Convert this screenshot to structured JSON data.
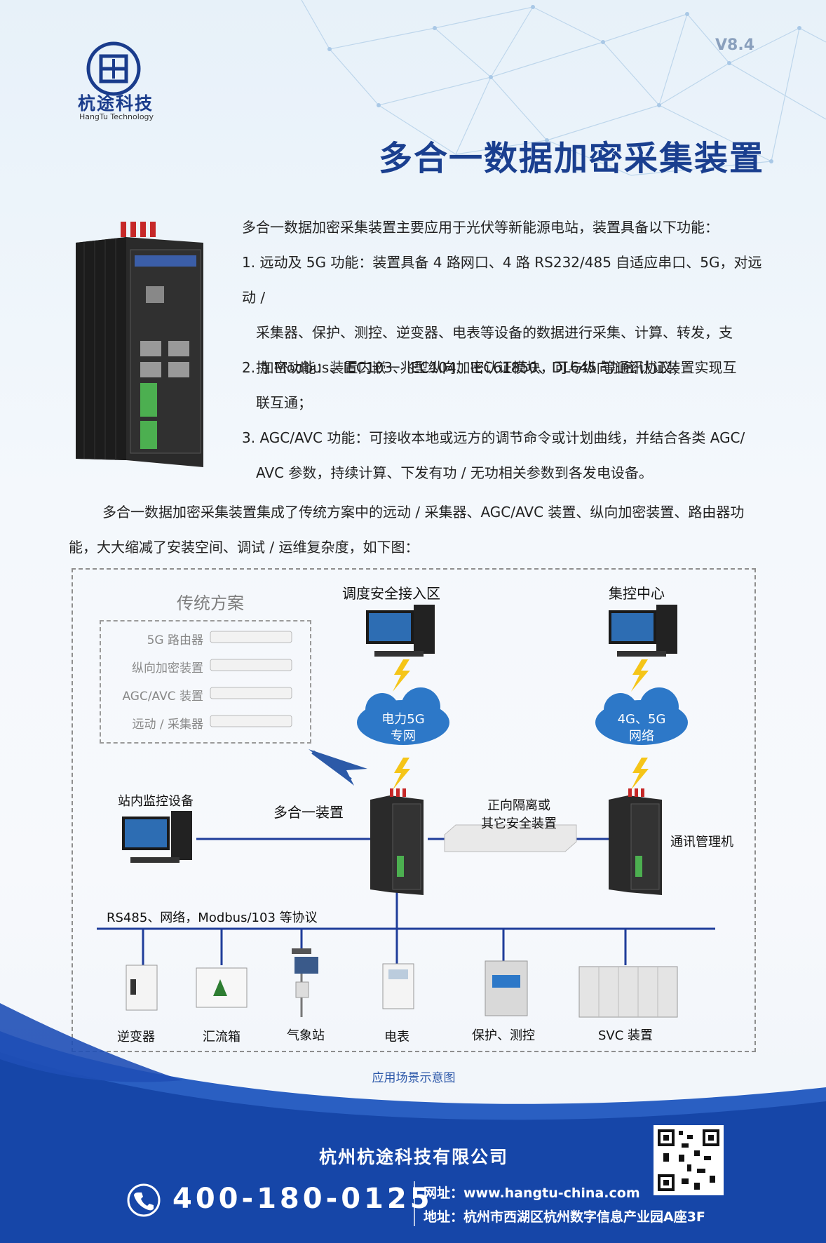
{
  "header": {
    "logo_cn": "杭途科技",
    "logo_en": "HangTu Technology",
    "version": "V8.4",
    "title": "多合一数据加密采集装置"
  },
  "intro": "多合一数据加密采集装置主要应用于光伏等新能源电站，装置具备以下功能：",
  "features": [
    {
      "line1": "1. 远动及 5G 功能：装置具备 4 路网口、4 路 RS232/485 自适应串口、5G，对远动 /",
      "line2": "采集器、保护、测控、逆变器、电表等设备的数据进行采集、计算、转发，支",
      "line3": "持 Modbus、IEC103、IEC104、IEC61850、DL645 等通讯协议；"
    },
    {
      "line1": "2. 加密功能：装置内嵌一兆型纵向加密认证模块，可与纵向加密认证装置实现互",
      "line2": "联互通；"
    },
    {
      "line1": "3. AGC/AVC 功能：可接收本地或远方的调节命令或计划曲线，并结合各类 AGC/",
      "line2": "AVC 参数，持续计算、下发有功 / 无功相关参数到各发电设备。"
    }
  ],
  "summary": {
    "line1": "多合一数据加密采集装置集成了传统方案中的远动 / 采集器、AGC/AVC 装置、纵向加密装置、路由器功",
    "line2": "能，大大缩减了安装空间、调试 / 运维复杂度，如下图："
  },
  "diagram": {
    "traditional_title": "传统方案",
    "traditional_items": [
      "5G 路由器",
      "纵向加密装置",
      "AGC/AVC 装置",
      "远动 / 采集器"
    ],
    "dispatch_zone": "调度安全接入区",
    "control_center": "集控中心",
    "cloud_left": {
      "line1": "电力5G",
      "line2": "专网"
    },
    "cloud_right": {
      "line1": "4G、5G",
      "line2": "网络"
    },
    "station_monitor": "站内监控设备",
    "all_in_one": "多合一装置",
    "isolation": {
      "line1": "正向隔离或",
      "line2": "其它安全装置"
    },
    "comm_manager": "通讯管理机",
    "bus_label": "RS485、网络，Modbus/103 等协议",
    "bottom_devices": [
      "逆变器",
      "汇流箱",
      "气象站",
      "电表",
      "保护、测控",
      "SVC 装置"
    ],
    "caption": "应用场景示意图"
  },
  "footer": {
    "company": "杭州杭途科技有限公司",
    "phone": "400-180-0125",
    "website": "网址：www.hangtu-china.com",
    "address": "地址：杭州市西湖区杭州数字信息产业园A座3F"
  },
  "colors": {
    "brand_blue": "#1a3f8f",
    "footer_blue": "#1646a8",
    "line_blue": "#1f3d9a"
  }
}
